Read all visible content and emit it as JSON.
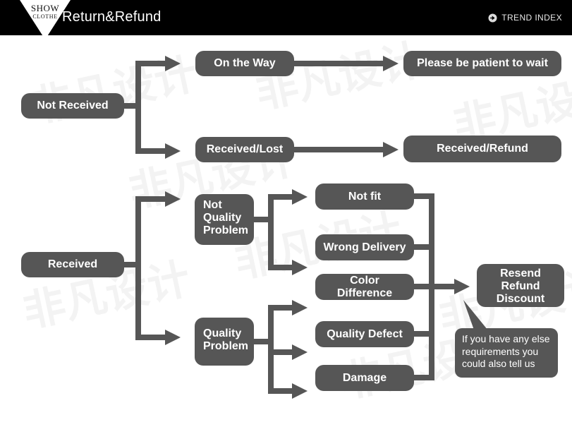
{
  "header": {
    "logo_primary": "SHOW",
    "logo_secondary": "CLOTHE",
    "title": "Return&Refund",
    "brand_label": "TREND INDEX",
    "brand_icon": "circle-arrow-right-icon",
    "background_color": "#000000",
    "text_color": "#ffffff"
  },
  "theme": {
    "node_fill": "#565656",
    "node_text": "#ffffff",
    "page_background": "#ffffff",
    "connector_color": "#565656"
  },
  "watermark": {
    "text": "非凡设计"
  },
  "flow_top": {
    "root": "Not Received",
    "branches": [
      {
        "label": "On the Way",
        "result": "Please be patient to wait"
      },
      {
        "label": "Received/Lost",
        "result": "Received/Refund"
      }
    ]
  },
  "flow_bottom": {
    "root": "Received",
    "categories": [
      {
        "label": "Not Quality Problem",
        "line1": "Not",
        "line2": "Quality",
        "line3": "Problem",
        "reasons": [
          "Not fit",
          "Wrong Delivery"
        ]
      },
      {
        "label": "Quality Problem",
        "line1": "Quality",
        "line2": "Problem",
        "line3": "",
        "reasons": [
          "Color Difference",
          "Quality Defect",
          "Damage"
        ]
      }
    ],
    "outcome": {
      "line1": "Resend",
      "line2": "Refund",
      "line3": "Discount"
    },
    "note": {
      "line1": "If you have any else",
      "line2": "requirements you",
      "line3": "could also tell us"
    }
  }
}
